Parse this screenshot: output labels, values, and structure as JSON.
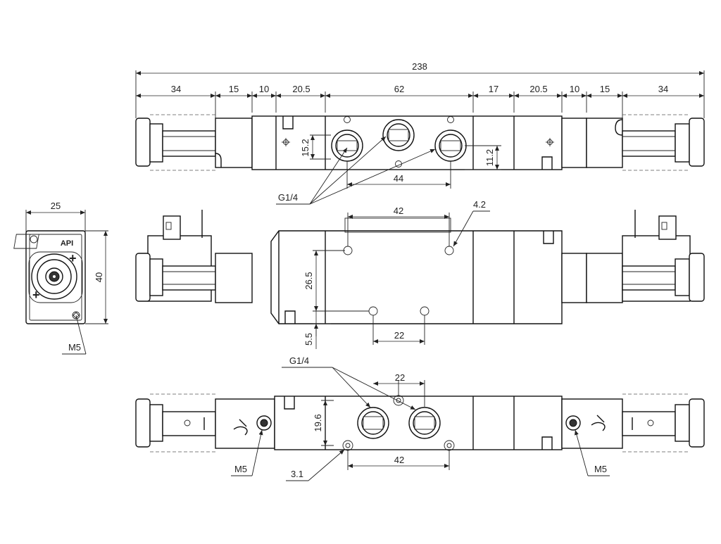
{
  "dimensions": {
    "overall": "238",
    "top_segments": [
      "34",
      "15",
      "10",
      "20.5",
      "62",
      "17",
      "20.5",
      "10",
      "15",
      "34"
    ],
    "top_port_height": "15.2",
    "top_port_offset": "11.2",
    "top_port_spacing": "44",
    "ports_label_top": "G1/4",
    "side_width": "25",
    "side_height": "40",
    "side_thread": "M5",
    "mid_hole_spacing_top": "42",
    "mid_hole_diameter": "4.2",
    "mid_height": "26.5",
    "mid_bottom_offset": "5.5",
    "mid_hole_spacing_bottom": "22",
    "ports_label_bottom": "G1/4",
    "bottom_port_spacing": "22",
    "bottom_height": "19.6",
    "bottom_hole_spacing": "42",
    "bottom_hole_diameter": "3.1",
    "bottom_thread_left": "M5",
    "bottom_thread_right": "M5"
  },
  "logo": "API",
  "colors": {
    "line": "#111111",
    "background": "#ffffff"
  }
}
